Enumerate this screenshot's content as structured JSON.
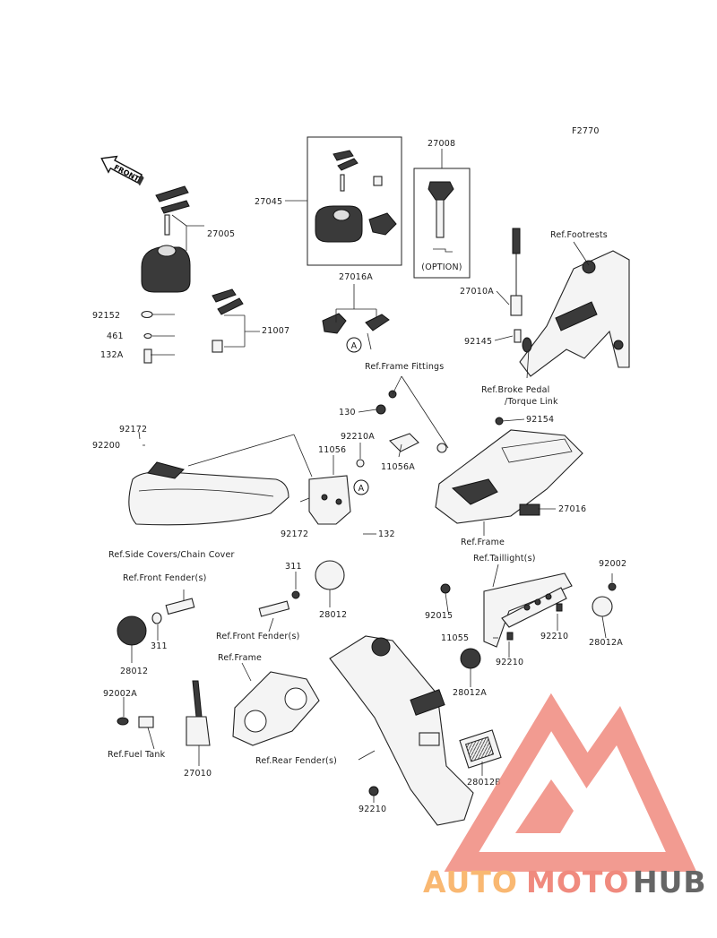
{
  "figure_code": "F2770",
  "front_label": "FRONT",
  "option_label": "(OPTION)",
  "callout_letter": "A",
  "watermark": {
    "auto": "AUTO",
    "moto": "MOTO",
    "hub": "HUB",
    "color_primary": "#f08a7e",
    "color_secondary": "#f9b872",
    "color_dark": "#666666"
  },
  "part_labels": [
    "27005",
    "92152",
    "461",
    "132A",
    "21007",
    "27045",
    "27008",
    "27016A",
    "27010A",
    "92145",
    "130",
    "92210A",
    "11056",
    "11056A",
    "92172",
    "92200",
    "92172",
    "132",
    "92154",
    "27016",
    "311",
    "28012",
    "311",
    "28012",
    "92015",
    "92002",
    "92210",
    "28012A",
    "11055",
    "92210",
    "28012A",
    "92002A",
    "27010",
    "28012B",
    "92210"
  ],
  "ref_labels": [
    "Ref.Footrests",
    "Ref.Frame Fittings",
    "Ref.Broke Pedal",
    "/Torque Link",
    "Ref.Side Covers/Chain Cover",
    "Ref.Frame",
    "Ref.Taillight(s)",
    "Ref.Front Fender(s)",
    "Ref.Front Fender(s)",
    "Ref.Frame",
    "Ref.Fuel Tank",
    "Ref.Rear Fender(s)"
  ]
}
